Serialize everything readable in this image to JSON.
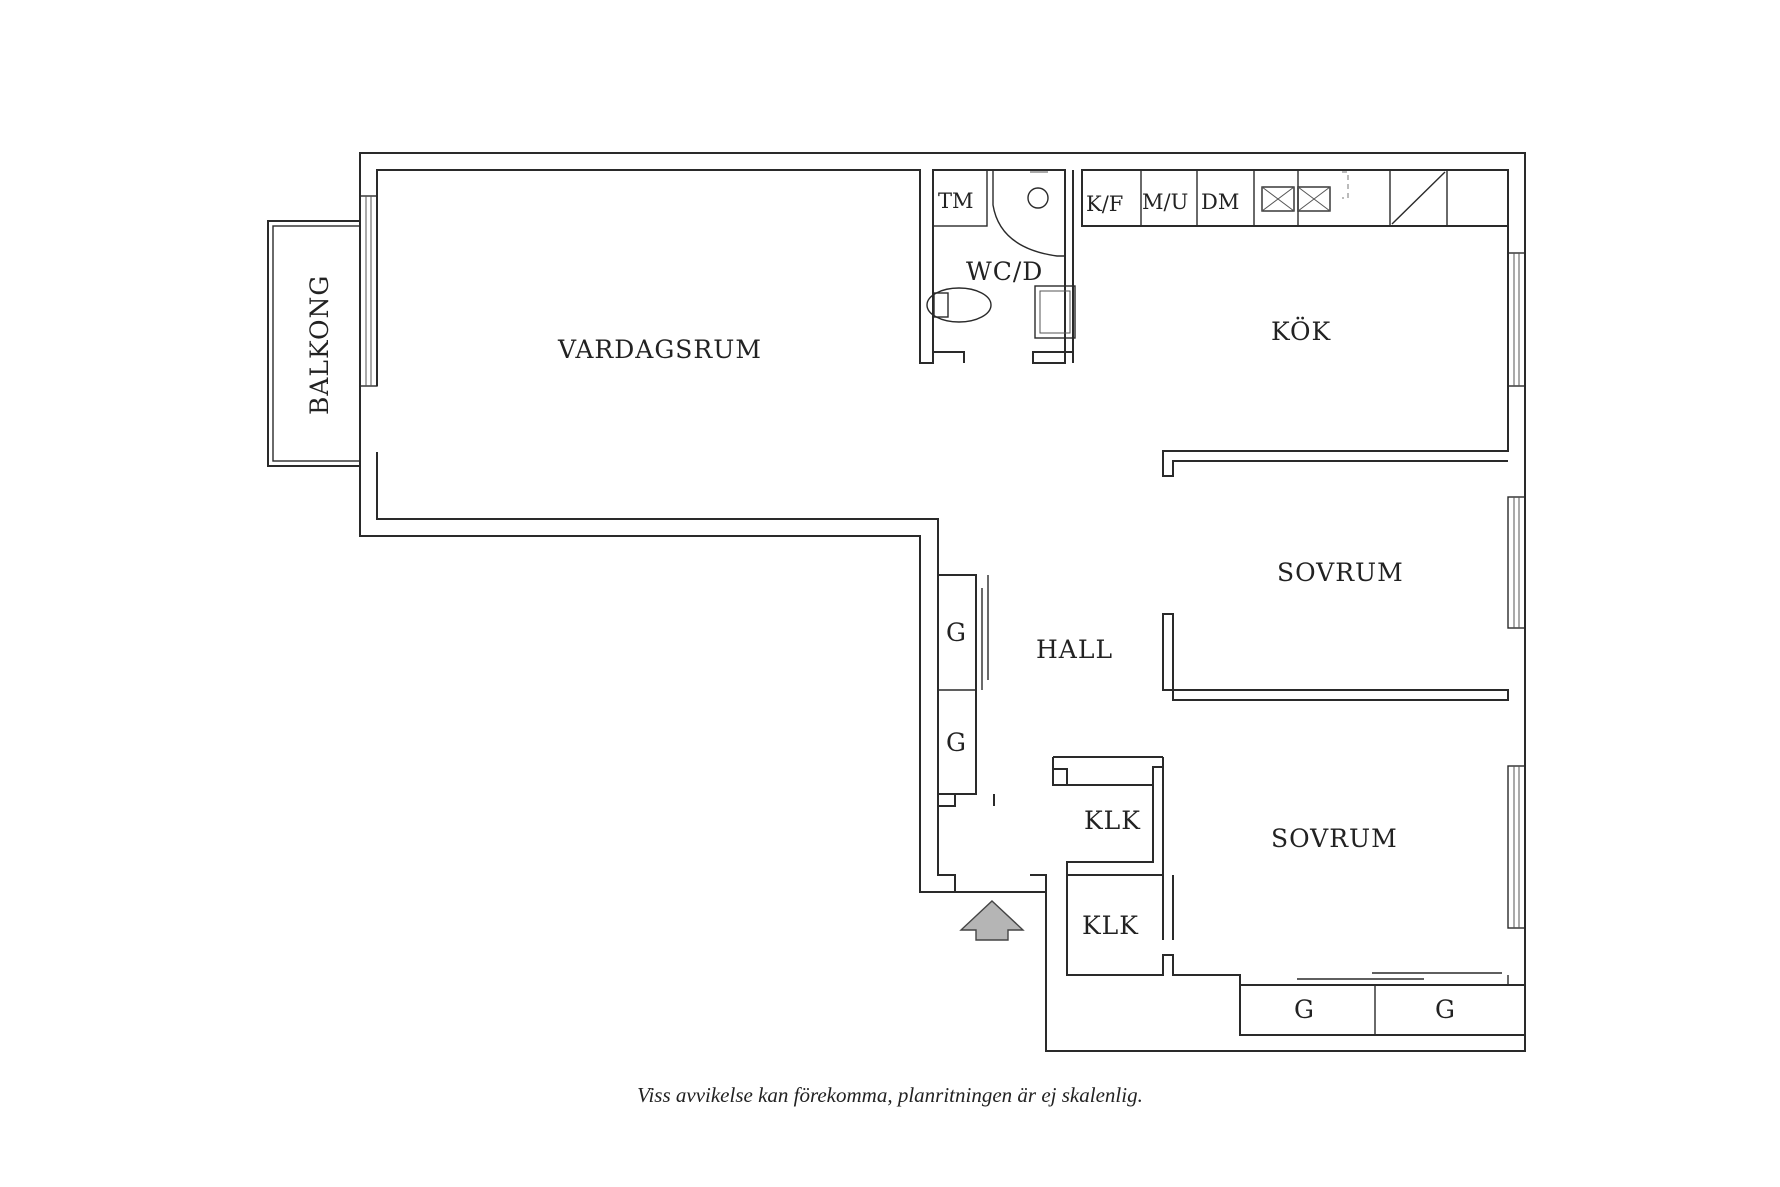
{
  "rooms": {
    "vardagsrum": "VARDAGSRUM",
    "balkong": "BALKONG",
    "tm": "TM",
    "wcd": "WC/D",
    "kf": "K/F",
    "mu": "M/U",
    "dm": "DM",
    "kok": "KÖK",
    "sovrum1": "SOVRUM",
    "hall": "HALL",
    "g1": "G",
    "g2": "G",
    "klk1": "KLK",
    "klk2": "KLK",
    "sovrum2": "SOVRUM",
    "g3": "G",
    "g4": "G"
  },
  "disclaimer": "Viss avvikelse kan förekomma, planritningen är ej skalenlig.",
  "colors": {
    "wall": "#2a2a2a",
    "entrance_arrow": "#b5b5b5",
    "background": "#ffffff"
  }
}
